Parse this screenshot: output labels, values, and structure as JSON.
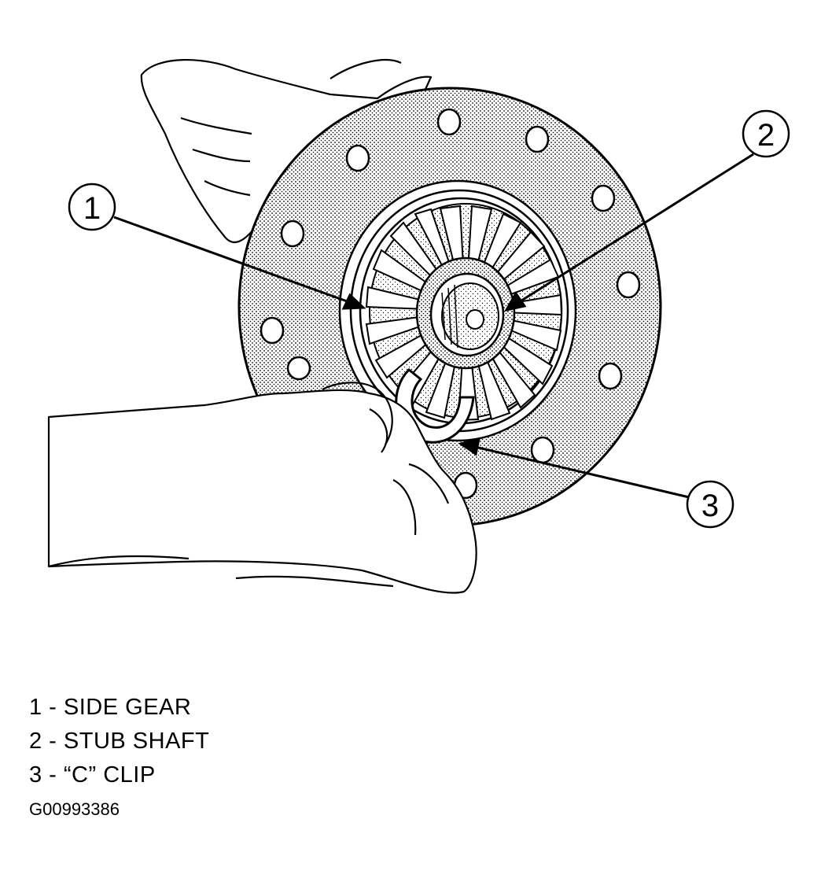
{
  "callouts": [
    {
      "number": "1"
    },
    {
      "number": "2"
    },
    {
      "number": "3"
    }
  ],
  "legend": [
    {
      "text": "1 - SIDE GEAR"
    },
    {
      "text": "2 - STUB SHAFT"
    },
    {
      "text": "3 - “C” CLIP"
    }
  ],
  "figure_id": "G00993386"
}
